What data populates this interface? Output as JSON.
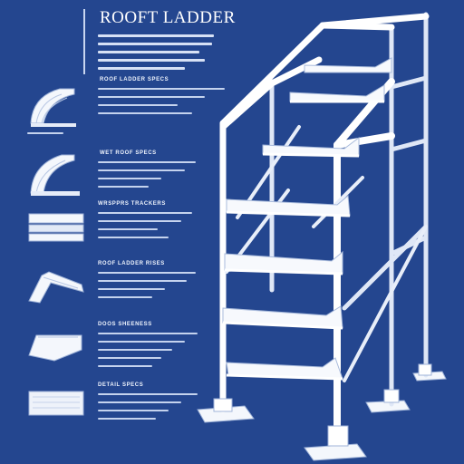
{
  "poster": {
    "title": "ROOFT LADDER",
    "colors": {
      "background": "#24468f",
      "linework": "#ffffff",
      "rule": "#c9d6f0"
    }
  },
  "details": [
    {
      "heading": "ROOF LADDER SPECS"
    },
    {
      "heading": "WET ROOF SPECS"
    },
    {
      "heading": "WRSPPRS TRACKERS"
    },
    {
      "heading": "ROOF LADDER RISES"
    },
    {
      "heading": "DOOS SHEENESS"
    },
    {
      "heading": "DETAIL SPECS"
    }
  ]
}
